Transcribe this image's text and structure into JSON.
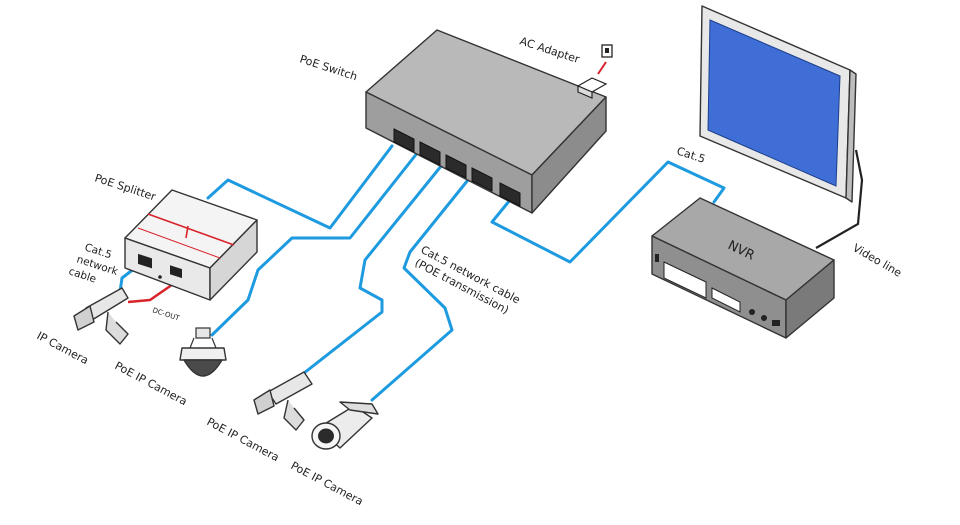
{
  "labels": {
    "poe_switch": "PoE Switch",
    "ac_adapter": "AC Adapter",
    "poe_splitter": "PoE Splitter",
    "cat5_network_cable_left_1": "Cat.5",
    "cat5_network_cable_left_2": "network",
    "cat5_network_cable_left_3": "cable",
    "dc_out": "DC-OUT",
    "ip_camera": "IP Camera",
    "poe_ip_camera_1": "PoE IP Camera",
    "poe_ip_camera_2": "PoE IP Camera",
    "poe_ip_camera_3": "PoE IP Camera",
    "cat5_poe_cable_1": "Cat.5 network cable",
    "cat5_poe_cable_2": "(POE transmission)",
    "cat5_right": "Cat.5",
    "nvr": "NVR",
    "video_line": "Video line"
  },
  "colors": {
    "cable": "#1e9be0",
    "power_cable": "#d8232a",
    "monitor_screen": "#3f6fd6",
    "device_gray": "#b4b4b4"
  }
}
